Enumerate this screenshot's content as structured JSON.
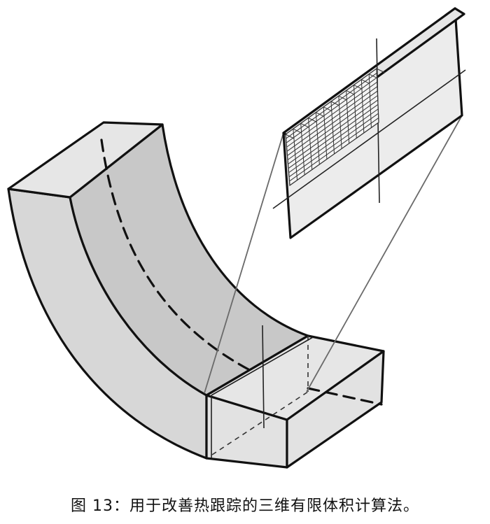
{
  "figure": {
    "caption": "图 13：用于改善热跟踪的三维有限体积计算法。",
    "grid": {
      "rows": 12,
      "cols": 12
    },
    "colors": {
      "outline": "#111111",
      "curved_face": "#d7d7d7",
      "top_face": "#e6e6e6",
      "inner_face": "#c8c8c8",
      "box_face": "#e2e2e2",
      "plate_face": "#ececec",
      "grid_line": "#333333",
      "projection_line": "#6a6a6a"
    }
  }
}
